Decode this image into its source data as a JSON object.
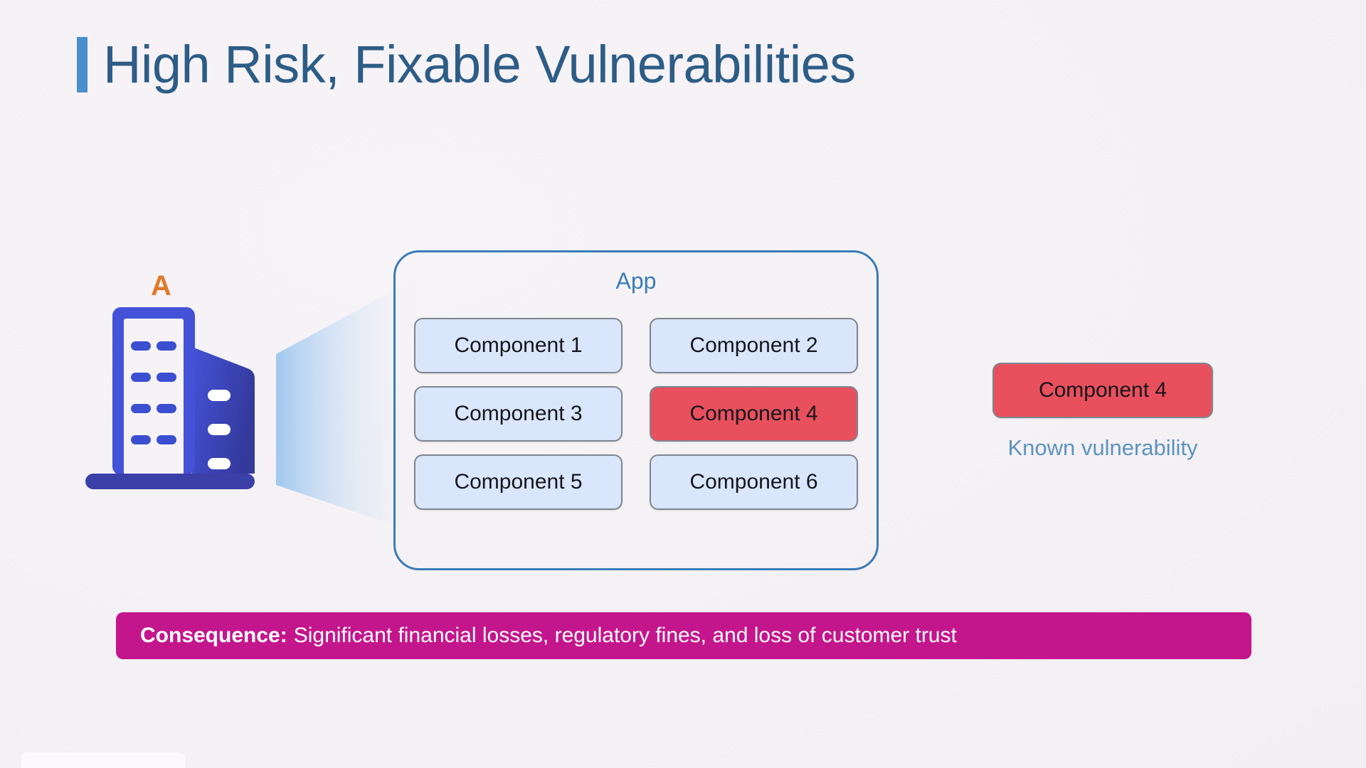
{
  "slide": {
    "background_color": "#f4f1f5",
    "title": "High Risk, Fixable Vulnerabilities",
    "title_color": "#2d5d86",
    "accent_bar_color": "#4a8ecb"
  },
  "building": {
    "label": "A",
    "label_color": "#e07a2a",
    "front_color": "#3f51d6",
    "side_color": "#3b3fa8",
    "window_color": "#3b4fd0",
    "icon_name": "office-building-icon"
  },
  "beam": {
    "icon_name": "light-beam",
    "color_start": "#a9cdf0",
    "color_end": "#f4f1f5"
  },
  "app": {
    "label": "App",
    "border_color": "#3b7cb5",
    "component_fill": "#d9e6fb",
    "component_border": "#7f858f",
    "vulnerable_fill": "#e8505d",
    "components": [
      {
        "label": "Component 1",
        "state": "normal"
      },
      {
        "label": "Component 2",
        "state": "normal"
      },
      {
        "label": "Component 3",
        "state": "normal"
      },
      {
        "label": "Component 4",
        "state": "vulnerable"
      },
      {
        "label": "Component 5",
        "state": "normal"
      },
      {
        "label": "Component 6",
        "state": "normal"
      }
    ]
  },
  "legend": {
    "chip_label": "Component 4",
    "caption": "Known vulnerability",
    "chip_color": "#e8505d",
    "caption_color": "#5d93bd"
  },
  "consequence": {
    "prefix": "Consequence:",
    "text": "Significant financial losses, regulatory fines, and loss of customer trust",
    "background_color": "#c4168c",
    "text_color": "#ffffff"
  }
}
